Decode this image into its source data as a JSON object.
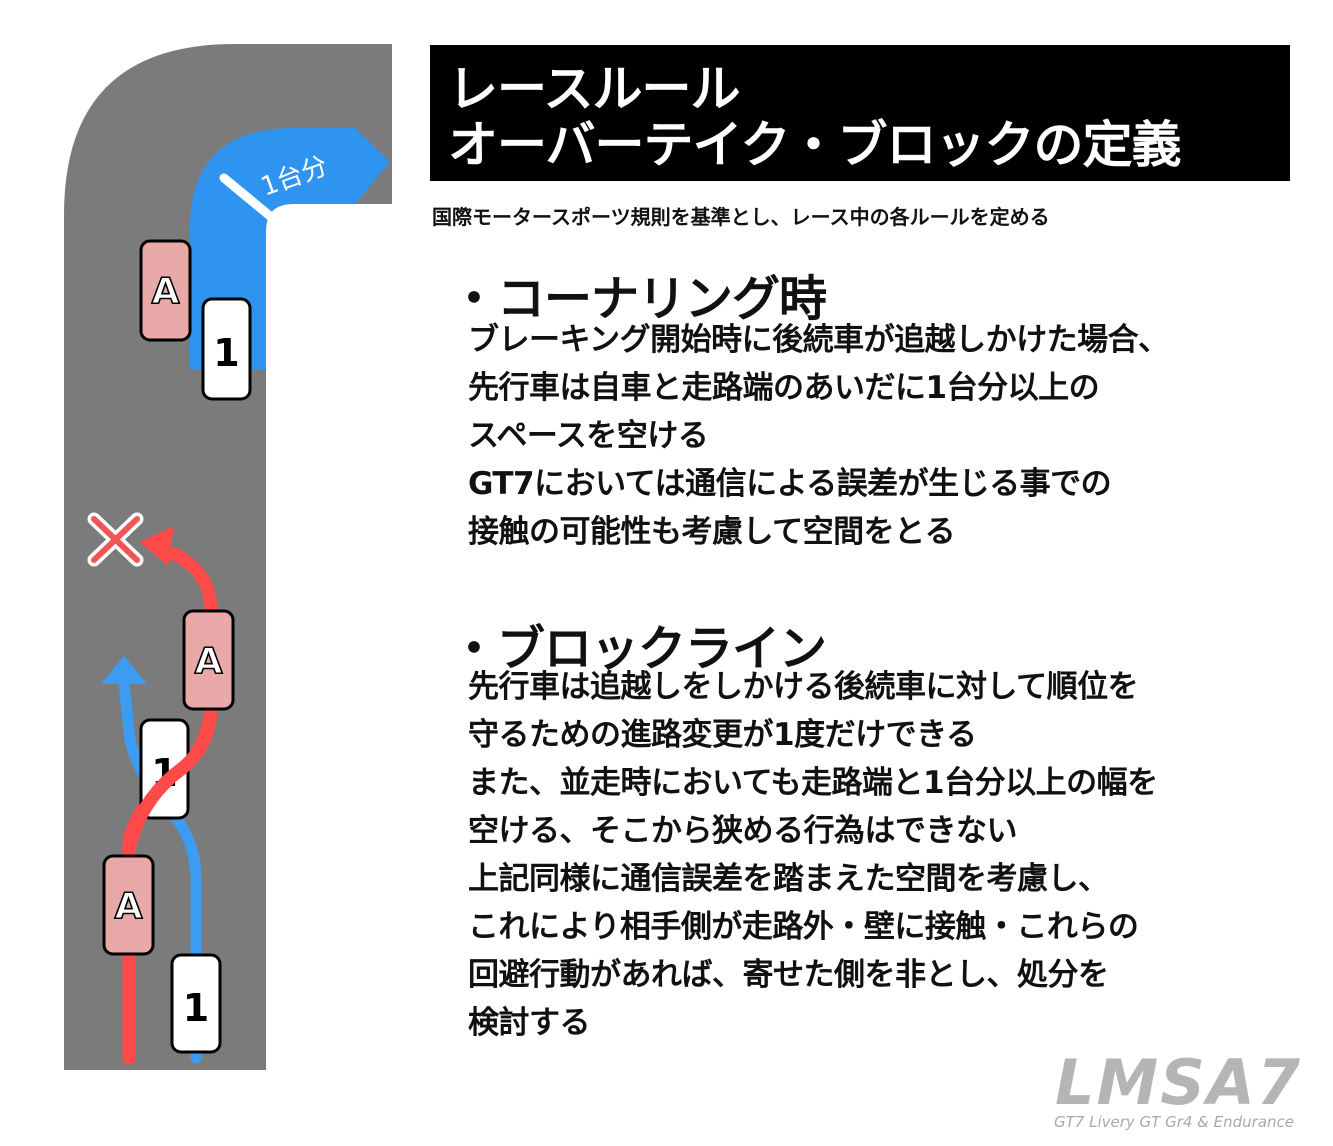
{
  "title": {
    "line1": "レースルール",
    "line2": "オーバーテイク・ブロックの定義"
  },
  "subtitle": "国際モータースポーツ規則を基準とし、レース中の各ルールを定める",
  "sections": [
    {
      "heading": "・コーナリング時",
      "lines": [
        "ブレーキング開始時に後続車が追越しかけた場合、",
        "先行車は自車と走路端のあいだに1台分以上の",
        "スペースを空ける",
        "GT7においては通信による誤差が生じる事での",
        "接触の可能性も考慮して空間をとる"
      ]
    },
    {
      "heading": "・ブロックライン",
      "lines": [
        "先行車は追越しをしかける後続車に対して順位を",
        "守るための進路変更が1度だけできる",
        "また、並走時においても走路端と1台分以上の幅を",
        "空ける、そこから狭める行為はできない",
        "上記同様に通信誤差を踏まえた空間を考慮し、",
        "これにより相手側が走路外・壁に接触・これらの",
        "回避行動があれば、寄せた側を非とし、処分を",
        "検討する"
      ]
    }
  ],
  "diagram": {
    "space_label": "1台分",
    "car_a_label": "A",
    "car_1_label": "1",
    "colors": {
      "track": "#7b7b7b",
      "space": "#2f93f0",
      "car_a": "#e9a9a9",
      "car_1": "#ffffff",
      "red_line": "#ff4a4a",
      "blue_line": "#3c9cf2",
      "cross": "#ef5656"
    },
    "cross_icon": "x-mark-icon"
  },
  "logo": {
    "text": "LMSA7",
    "tagline": "GT7 Livery GT Gr4 & Endurance"
  }
}
